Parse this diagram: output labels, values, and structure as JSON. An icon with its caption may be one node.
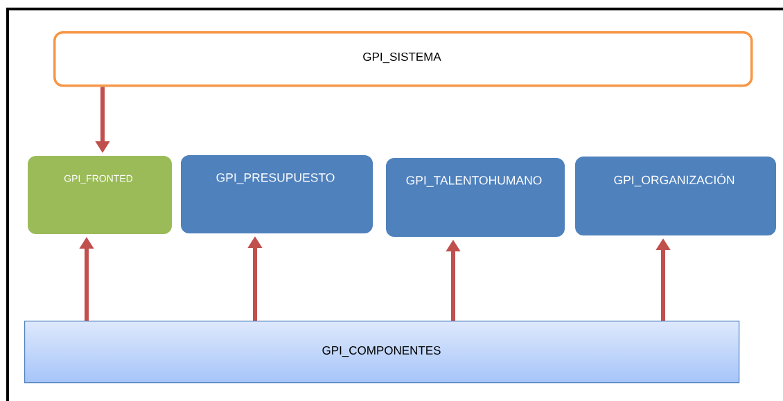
{
  "diagram": {
    "nodes": [
      {
        "text": [
          "GPI_SISTEMA"
        ]
      },
      {
        "text": [
          "GPI_FRONTED"
        ]
      },
      {
        "text": [
          "GPI_PRESUPUESTO"
        ]
      },
      {
        "text": [
          "GPI_TALENTOHUMANO"
        ]
      },
      {
        "text": [
          "GPI_ORGANIZACIÓN"
        ]
      },
      {
        "text": [
          "GPI_COMPONENTES"
        ]
      }
    ],
    "edges": [
      {
        "from": 0,
        "to": 1,
        "arrow": "to"
      },
      {
        "from": 5,
        "to": 1,
        "arrow": "to"
      },
      {
        "from": 5,
        "to": 2,
        "arrow": "to"
      },
      {
        "from": 5,
        "to": 3,
        "arrow": "to"
      },
      {
        "from": 5,
        "to": 4,
        "arrow": "to"
      }
    ]
  }
}
